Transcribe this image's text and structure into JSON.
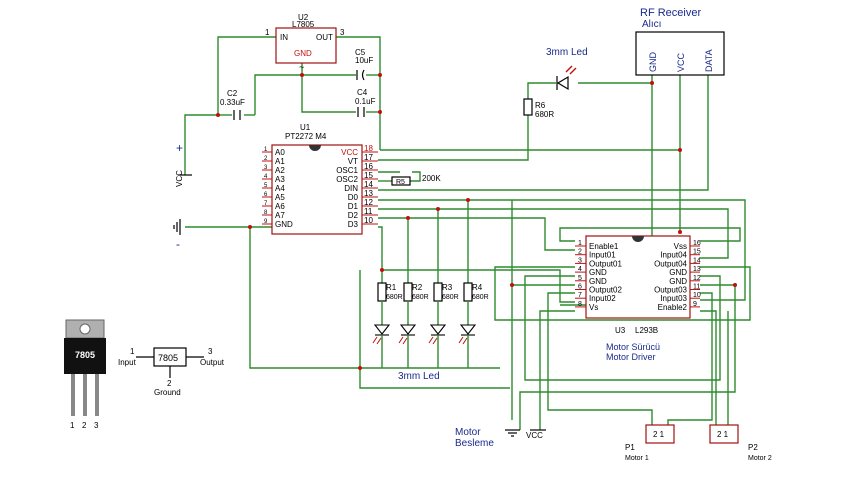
{
  "colors": {
    "wire": "#2e8b2e",
    "pin": "#c01010",
    "outline": "#a01010",
    "label_blue": "#1a2a8c"
  },
  "regulator": {
    "ref": "U2",
    "name": "L7805",
    "pin_in": "IN",
    "pin_out": "OUT",
    "pin_gnd": "GND",
    "num_in": "1",
    "num_out": "3"
  },
  "capacitors": {
    "c5_ref": "C5",
    "c5_val": "10uF",
    "c4_ref": "C4",
    "c4_val": "0.1uF",
    "c2_ref": "C2",
    "c2_val": "0.33uF"
  },
  "power": {
    "plus": "+",
    "minus": "-",
    "vcc": "VCC"
  },
  "pt2272": {
    "ref": "U1",
    "name": "PT2272 M4",
    "left_pins": [
      "A0",
      "A1",
      "A2",
      "A3",
      "A4",
      "A5",
      "A6",
      "A7",
      "GND"
    ],
    "left_nums": [
      "1",
      "2",
      "3",
      "4",
      "5",
      "6",
      "7",
      "8",
      "9"
    ],
    "right_pins": [
      "VCC",
      "VT",
      "OSC1",
      "OSC2",
      "DIN",
      "D0",
      "D1",
      "D2",
      "D3"
    ],
    "right_nums": [
      "18",
      "17",
      "16",
      "15",
      "14",
      "13",
      "12",
      "11",
      "10"
    ]
  },
  "r5": {
    "ref": "R5",
    "val": "200K"
  },
  "led_top": {
    "title": "3mm Led"
  },
  "r6": {
    "ref": "R6",
    "val": "680R"
  },
  "rf": {
    "title": "RF Receiver",
    "subtitle": "Alıcı",
    "pins": [
      "GND",
      "VCC",
      "DATA"
    ]
  },
  "resistors": [
    {
      "ref": "R1",
      "val": "680R"
    },
    {
      "ref": "R2",
      "val": "680R"
    },
    {
      "ref": "R3",
      "val": "680R"
    },
    {
      "ref": "R4",
      "val": "680R"
    }
  ],
  "led_bottom": {
    "title": "3mm Led"
  },
  "l293": {
    "ref": "U3",
    "name": "L293B",
    "left_pins": [
      "Enable1",
      "Input01",
      "Output01",
      "GND",
      "GND",
      "Output02",
      "Input02",
      "Vs"
    ],
    "left_nums": [
      "1",
      "2",
      "3",
      "4",
      "5",
      "6",
      "7",
      "8"
    ],
    "right_pins": [
      "Vss",
      "Input04",
      "Output04",
      "GND",
      "GND",
      "Output03",
      "Input03",
      "Enable2"
    ],
    "right_nums": [
      "16",
      "15",
      "14",
      "13",
      "12",
      "11",
      "10",
      "9"
    ],
    "label_line1": "Motor Sürücü",
    "label_line2": "Motor Driver"
  },
  "motor_supply": {
    "line1": "Motor",
    "line2": "Besleme",
    "vcc": "VCC"
  },
  "motors": [
    {
      "ref": "P1",
      "name": "Motor 1",
      "pins": "2 1"
    },
    {
      "ref": "P2",
      "name": "Motor 2",
      "pins": "2 1"
    }
  ],
  "package": {
    "label": "7805",
    "pins": [
      "1",
      "2",
      "3"
    ],
    "box_label": "7805",
    "in_num": "1",
    "in_label": "Input",
    "out_num": "3",
    "out_label": "Output",
    "gnd_num": "2",
    "gnd_label": "Ground"
  }
}
